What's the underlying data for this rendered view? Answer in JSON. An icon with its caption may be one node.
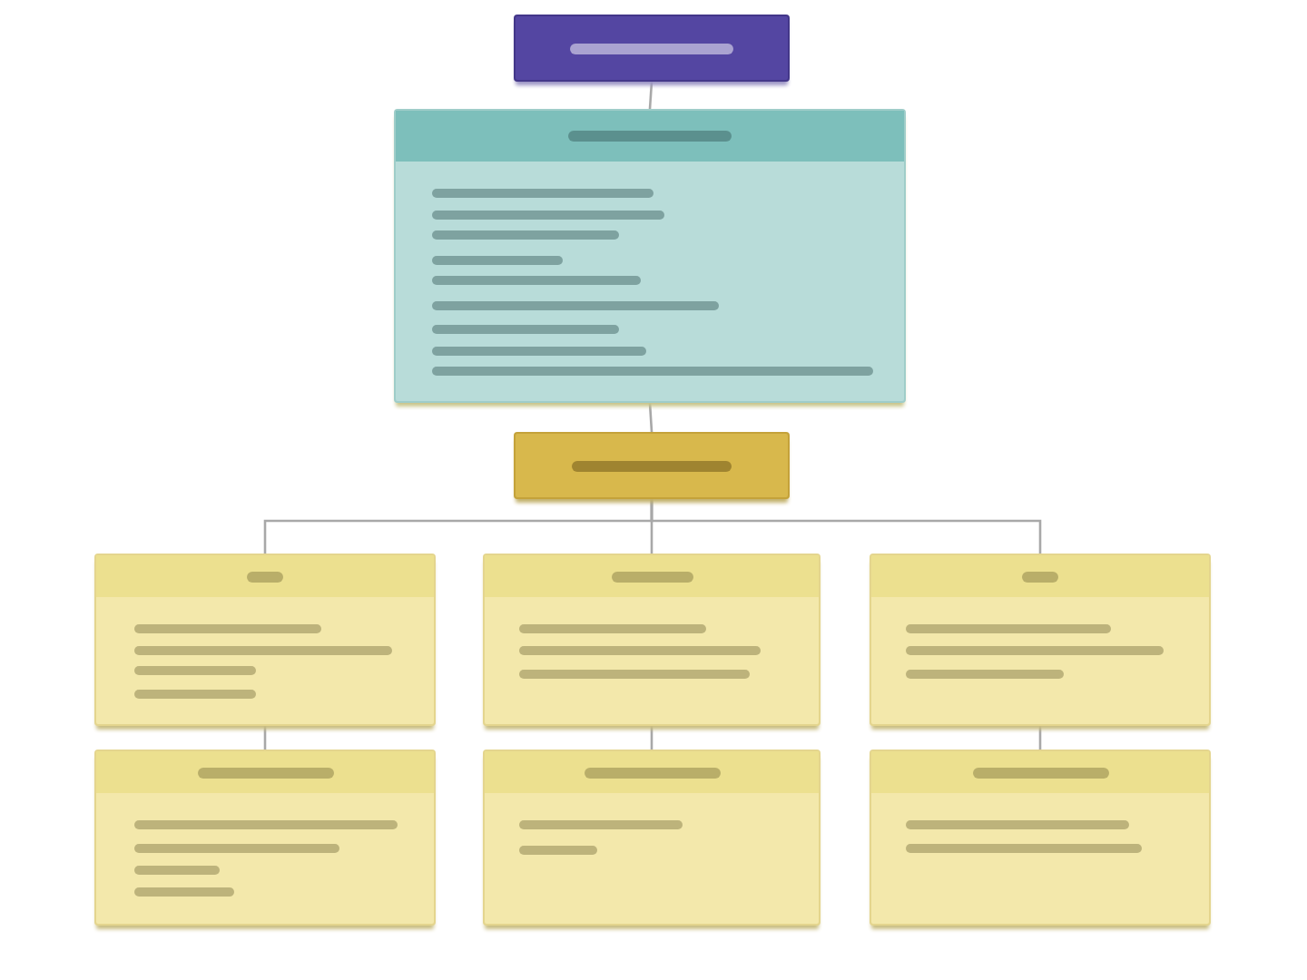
{
  "diagram": {
    "nodes": [
      {
        "text": [],
        "shape": "box"
      },
      {
        "text": [],
        "shape": "box"
      },
      {
        "text": [],
        "shape": "box"
      },
      {
        "text": [],
        "shape": "box"
      },
      {
        "text": [],
        "shape": "box"
      },
      {
        "text": [],
        "shape": "box"
      },
      {
        "text": [],
        "shape": "box"
      },
      {
        "text": [],
        "shape": "box"
      },
      {
        "text": [],
        "shape": "box"
      }
    ],
    "edges": [
      {
        "from": 0,
        "to": 1,
        "arrow": "none"
      },
      {
        "from": 1,
        "to": 2,
        "arrow": "none"
      },
      {
        "from": 2,
        "to": 3,
        "arrow": "none"
      },
      {
        "from": 2,
        "to": 4,
        "arrow": "none"
      },
      {
        "from": 2,
        "to": 5,
        "arrow": "none"
      },
      {
        "from": 3,
        "to": 6,
        "arrow": "none"
      },
      {
        "from": 4,
        "to": 7,
        "arrow": "none"
      },
      {
        "from": 5,
        "to": 8,
        "arrow": "none"
      }
    ]
  }
}
